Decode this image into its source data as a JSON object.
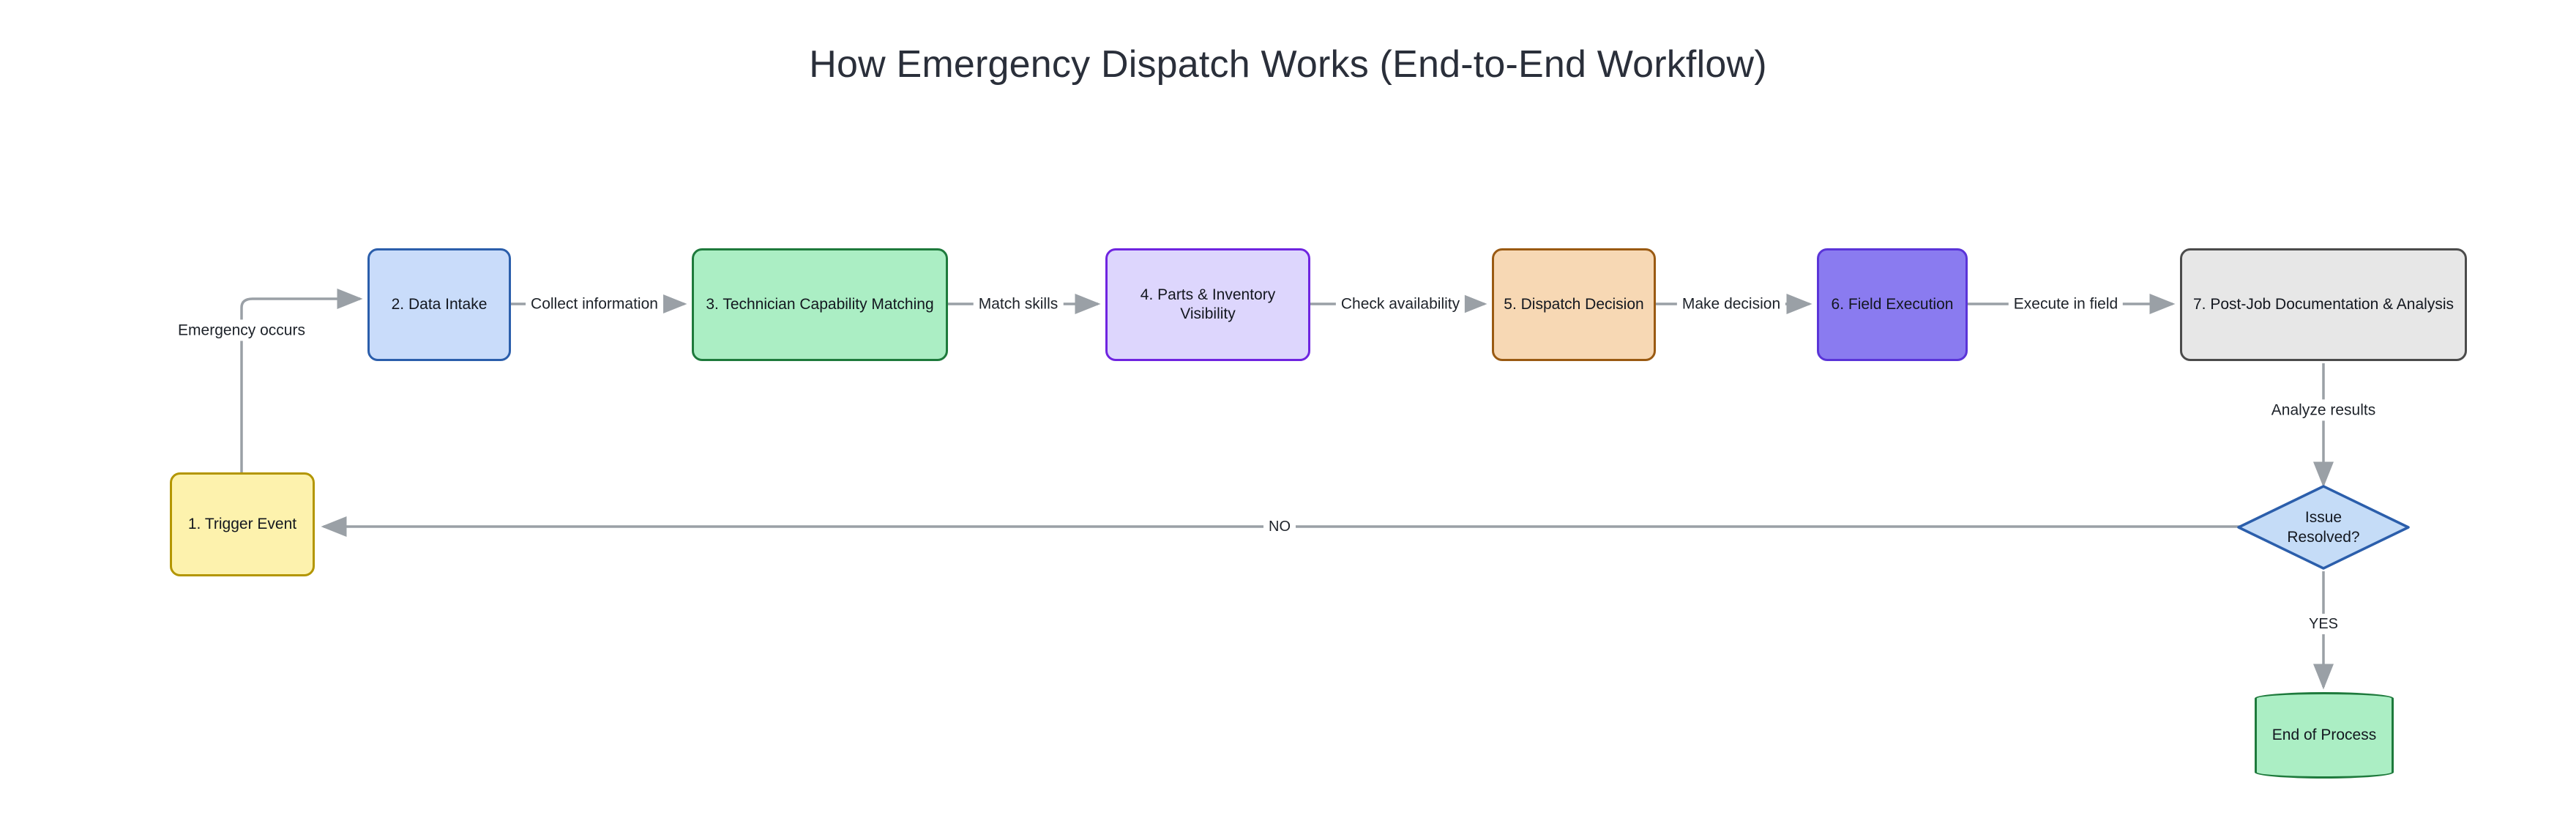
{
  "page": {
    "title": "How Emergency Dispatch Works (End-to-End Workflow)",
    "background": "#ffffff"
  },
  "colors": {
    "edge_stroke": "#9aa0a6",
    "trigger_fill": "#fdf2ad",
    "trigger_stroke": "#b39600",
    "intake_fill": "#c9dcfa",
    "intake_stroke": "#2b5eab",
    "match_fill": "#abeec4",
    "match_stroke": "#1e7a3c",
    "parts_fill": "#ddd6fd",
    "parts_stroke": "#6f24e0",
    "dispatch_fill": "#f7d8b4",
    "dispatch_stroke": "#9a5a12",
    "field_fill": "#8a7bf0",
    "field_stroke": "#5a34d8",
    "postjob_fill": "#e7e7e7",
    "postjob_stroke": "#4b4b4b",
    "decision_fill": "#c5dcf7",
    "decision_stroke": "#2b5eab",
    "end_fill": "#abeec4",
    "end_stroke": "#1e7a3c"
  },
  "chart_data": {
    "type": "diagram",
    "diagram_kind": "flowchart",
    "direction": "left-to-right with feedback loop",
    "title": "How Emergency Dispatch Works (End-to-End Workflow)",
    "nodes": [
      {
        "id": "n1",
        "label": "1. Trigger Event",
        "shape": "rounded-rect",
        "fill": "#fdf2ad",
        "stroke": "#b39600"
      },
      {
        "id": "n2",
        "label": "2. Data Intake",
        "shape": "rounded-rect",
        "fill": "#c9dcfa",
        "stroke": "#2b5eab"
      },
      {
        "id": "n3",
        "label": "3. Technician Capability Matching",
        "shape": "rounded-rect",
        "fill": "#abeec4",
        "stroke": "#1e7a3c"
      },
      {
        "id": "n4",
        "label": "4. Parts & Inventory Visibility",
        "shape": "rounded-rect",
        "fill": "#ddd6fd",
        "stroke": "#6f24e0"
      },
      {
        "id": "n5",
        "label": "5. Dispatch Decision",
        "shape": "rounded-rect",
        "fill": "#f7d8b4",
        "stroke": "#9a5a12"
      },
      {
        "id": "n6",
        "label": "6. Field Execution",
        "shape": "rounded-rect",
        "fill": "#8a7bf0",
        "stroke": "#5a34d8"
      },
      {
        "id": "n7",
        "label": "7. Post-Job Documentation & Analysis",
        "shape": "rounded-rect",
        "fill": "#e7e7e7",
        "stroke": "#4b4b4b"
      },
      {
        "id": "d1",
        "label": "Issue\nResolved?",
        "shape": "diamond",
        "fill": "#c5dcf7",
        "stroke": "#2b5eab"
      },
      {
        "id": "e1",
        "label": "End of Process",
        "shape": "stadium",
        "fill": "#abeec4",
        "stroke": "#1e7a3c"
      }
    ],
    "edges": [
      {
        "from": "n1",
        "to": "n2",
        "label": "Emergency occurs"
      },
      {
        "from": "n2",
        "to": "n3",
        "label": "Collect information"
      },
      {
        "from": "n3",
        "to": "n4",
        "label": "Match skills"
      },
      {
        "from": "n4",
        "to": "n5",
        "label": "Check availability"
      },
      {
        "from": "n5",
        "to": "n6",
        "label": "Make decision"
      },
      {
        "from": "n6",
        "to": "n7",
        "label": "Execute in field"
      },
      {
        "from": "n7",
        "to": "d1",
        "label": "Analyze results"
      },
      {
        "from": "d1",
        "to": "e1",
        "label": "YES"
      },
      {
        "from": "d1",
        "to": "n1",
        "label": "NO"
      }
    ]
  },
  "nodes": {
    "trigger": {
      "label": "1. Trigger Event"
    },
    "intake": {
      "label": "2. Data Intake"
    },
    "matching": {
      "label": "3. Technician Capability Matching"
    },
    "parts": {
      "label": "4. Parts & Inventory Visibility"
    },
    "dispatch": {
      "label": "5. Dispatch Decision"
    },
    "field": {
      "label": "6. Field Execution"
    },
    "postjob": {
      "label": "7. Post-Job Documentation & Analysis"
    },
    "decision": {
      "label": "Issue\nResolved?"
    },
    "end": {
      "label": "End of Process"
    }
  },
  "edge_labels": {
    "emergency_occurs": "Emergency occurs",
    "collect_information": "Collect information",
    "match_skills": "Match skills",
    "check_availability": "Check availability",
    "make_decision": "Make decision",
    "execute_in_field": "Execute in field",
    "analyze_results": "Analyze results",
    "yes": "YES",
    "no": "NO"
  }
}
